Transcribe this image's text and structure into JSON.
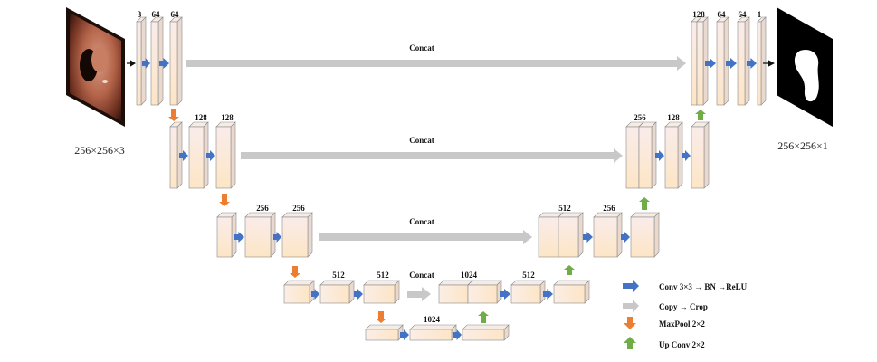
{
  "input_dim": "256×256×3",
  "output_dim": "256×256×1",
  "concat_label": "Concat",
  "level1": {
    "in": "3",
    "c1": "64",
    "c2": "64",
    "dec": "128",
    "d1": "64",
    "d2": "64",
    "out": "1"
  },
  "level2": {
    "c1": "128",
    "c2": "128",
    "dec": "256",
    "d1": "128"
  },
  "level3": {
    "c1": "256",
    "c2": "256",
    "dec": "512",
    "d1": "256"
  },
  "level4": {
    "c1": "512",
    "c2": "512",
    "dec": "1024",
    "d1": "512"
  },
  "level5": {
    "c1": "1024"
  },
  "legend": {
    "conv": "Conv 3×3 → BN →ReLU",
    "copy": "Copy → Crop",
    "pool": "MaxPool 2×2",
    "up": "Up Conv 2×2"
  },
  "colors": {
    "conv_arrow": "#4472c4",
    "copy_arrow": "#c8c8c8",
    "pool_arrow": "#ed7d31",
    "up_arrow": "#70ad47",
    "block_top": "#f8e9e6",
    "block_bottom": "#fce7c9"
  }
}
